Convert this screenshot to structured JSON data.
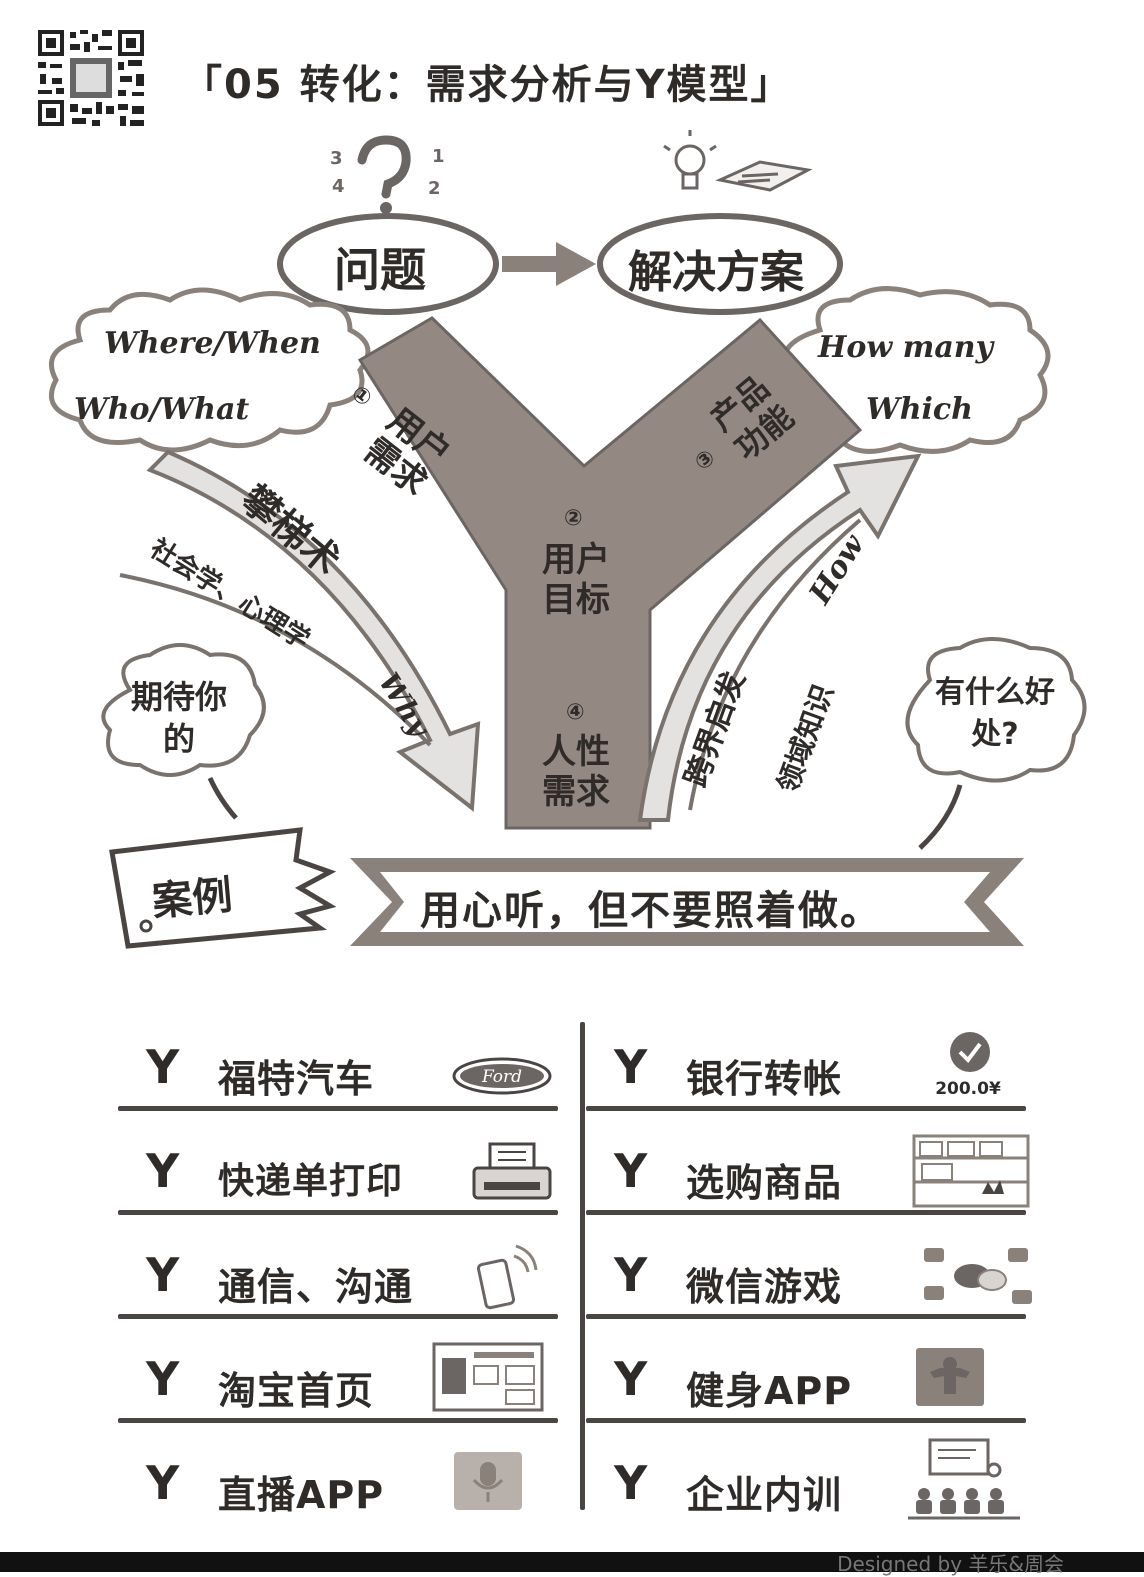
{
  "title": "「05 转化：需求分析与Y模型」",
  "top": {
    "problem": "问题",
    "solution": "解决方案",
    "question_numbers": [
      "3",
      "1",
      "4",
      "2"
    ]
  },
  "left_cloud": {
    "line1": "Where/When",
    "line2": "Who/What"
  },
  "right_cloud": {
    "line1": "How many",
    "line2": "Which"
  },
  "y_model": {
    "node1_num": "①",
    "node1": "用户需求",
    "node2_num": "②",
    "node2": "用户目标",
    "node3_num": "③",
    "node3": "产品功能",
    "node4_num": "④",
    "node4": "人性需求"
  },
  "left_arrow": {
    "label1": "攀梯术",
    "label2": "社会学、心理学",
    "label3": "Why"
  },
  "right_arrow": {
    "label1": "跨界启发",
    "label2": "领域知识",
    "label3": "How"
  },
  "bubbles": {
    "left": "期待你的",
    "right": "有什么好处?"
  },
  "banner": {
    "case_tag": "案例",
    "slogan": "用心听，但不要照着做。"
  },
  "cases": {
    "left": [
      {
        "label": "福特汽车",
        "icon": "ford-logo-icon",
        "icon_text": "Ford"
      },
      {
        "label": "快递单打印",
        "icon": "printer-icon"
      },
      {
        "label": "通信、沟通",
        "icon": "phone-icon"
      },
      {
        "label": "淘宝首页",
        "icon": "webpage-icon"
      },
      {
        "label": "直播APP",
        "icon": "microphone-icon"
      }
    ],
    "right": [
      {
        "label": "银行转帐",
        "icon": "check-icon",
        "icon_text": "200.0¥"
      },
      {
        "label": "选购商品",
        "icon": "shelf-icon"
      },
      {
        "label": "微信游戏",
        "icon": "chat-icon"
      },
      {
        "label": "健身APP",
        "icon": "fitness-icon"
      },
      {
        "label": "企业内训",
        "icon": "training-icon"
      }
    ],
    "y_glyph": "Y"
  },
  "footer": "Designed by 羊乐&周会"
}
